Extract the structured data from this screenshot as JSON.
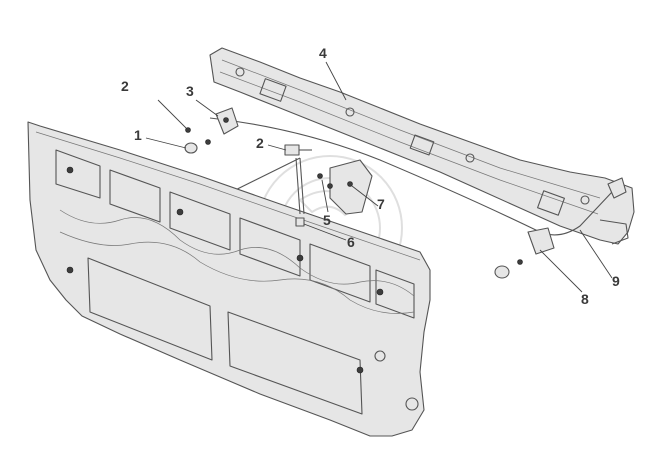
{
  "diagram": {
    "callouts": [
      {
        "id": "c2a",
        "label": "2"
      },
      {
        "id": "c3",
        "label": "3"
      },
      {
        "id": "c1",
        "label": "1"
      },
      {
        "id": "c2b",
        "label": "2"
      },
      {
        "id": "c4",
        "label": "4"
      },
      {
        "id": "c5",
        "label": "5"
      },
      {
        "id": "c6",
        "label": "6"
      },
      {
        "id": "c7",
        "label": "7"
      },
      {
        "id": "c8",
        "label": "8"
      },
      {
        "id": "c9",
        "label": "9"
      }
    ]
  },
  "colors": {
    "line": "#555555",
    "panel_fill": "#e6e6e6",
    "dark_part": "#3d3d3d",
    "label": "#3a3a3a"
  }
}
